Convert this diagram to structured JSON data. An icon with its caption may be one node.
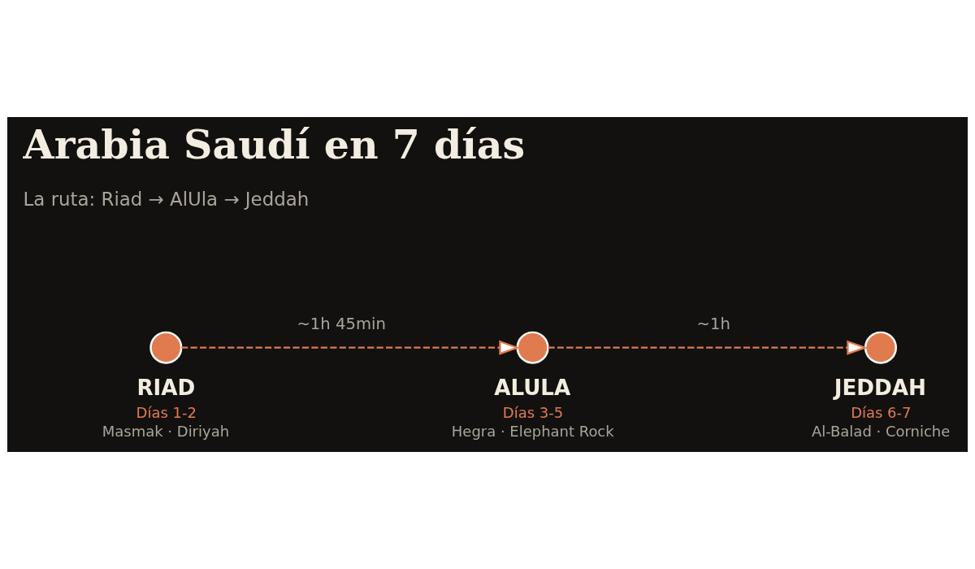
{
  "diagram": {
    "title": "Arabia Saudí en 7 días",
    "nodes": [
      {
        "text": [
          "RIAD"
        ],
        "beside": [
          "Días 1-2",
          "Masmak · Diriyah"
        ]
      },
      {
        "text": [
          "ALULA"
        ],
        "beside": [
          "Días 3-5",
          "Hegra · Elephant Rock"
        ]
      },
      {
        "text": [
          "JEDDAH"
        ],
        "beside": [
          "Días 6-7",
          "Al-Balad · Corniche"
        ]
      }
    ],
    "edges": [
      {
        "from": 0,
        "to": 1,
        "arrow": "to",
        "label": "~1h 45min",
        "style": "dashed"
      },
      {
        "from": 1,
        "to": 2,
        "arrow": "to",
        "label": "~1h",
        "style": "dashed"
      }
    ],
    "labels": [
      "La ruta: Riad → AlUla → Jeddah"
    ]
  }
}
